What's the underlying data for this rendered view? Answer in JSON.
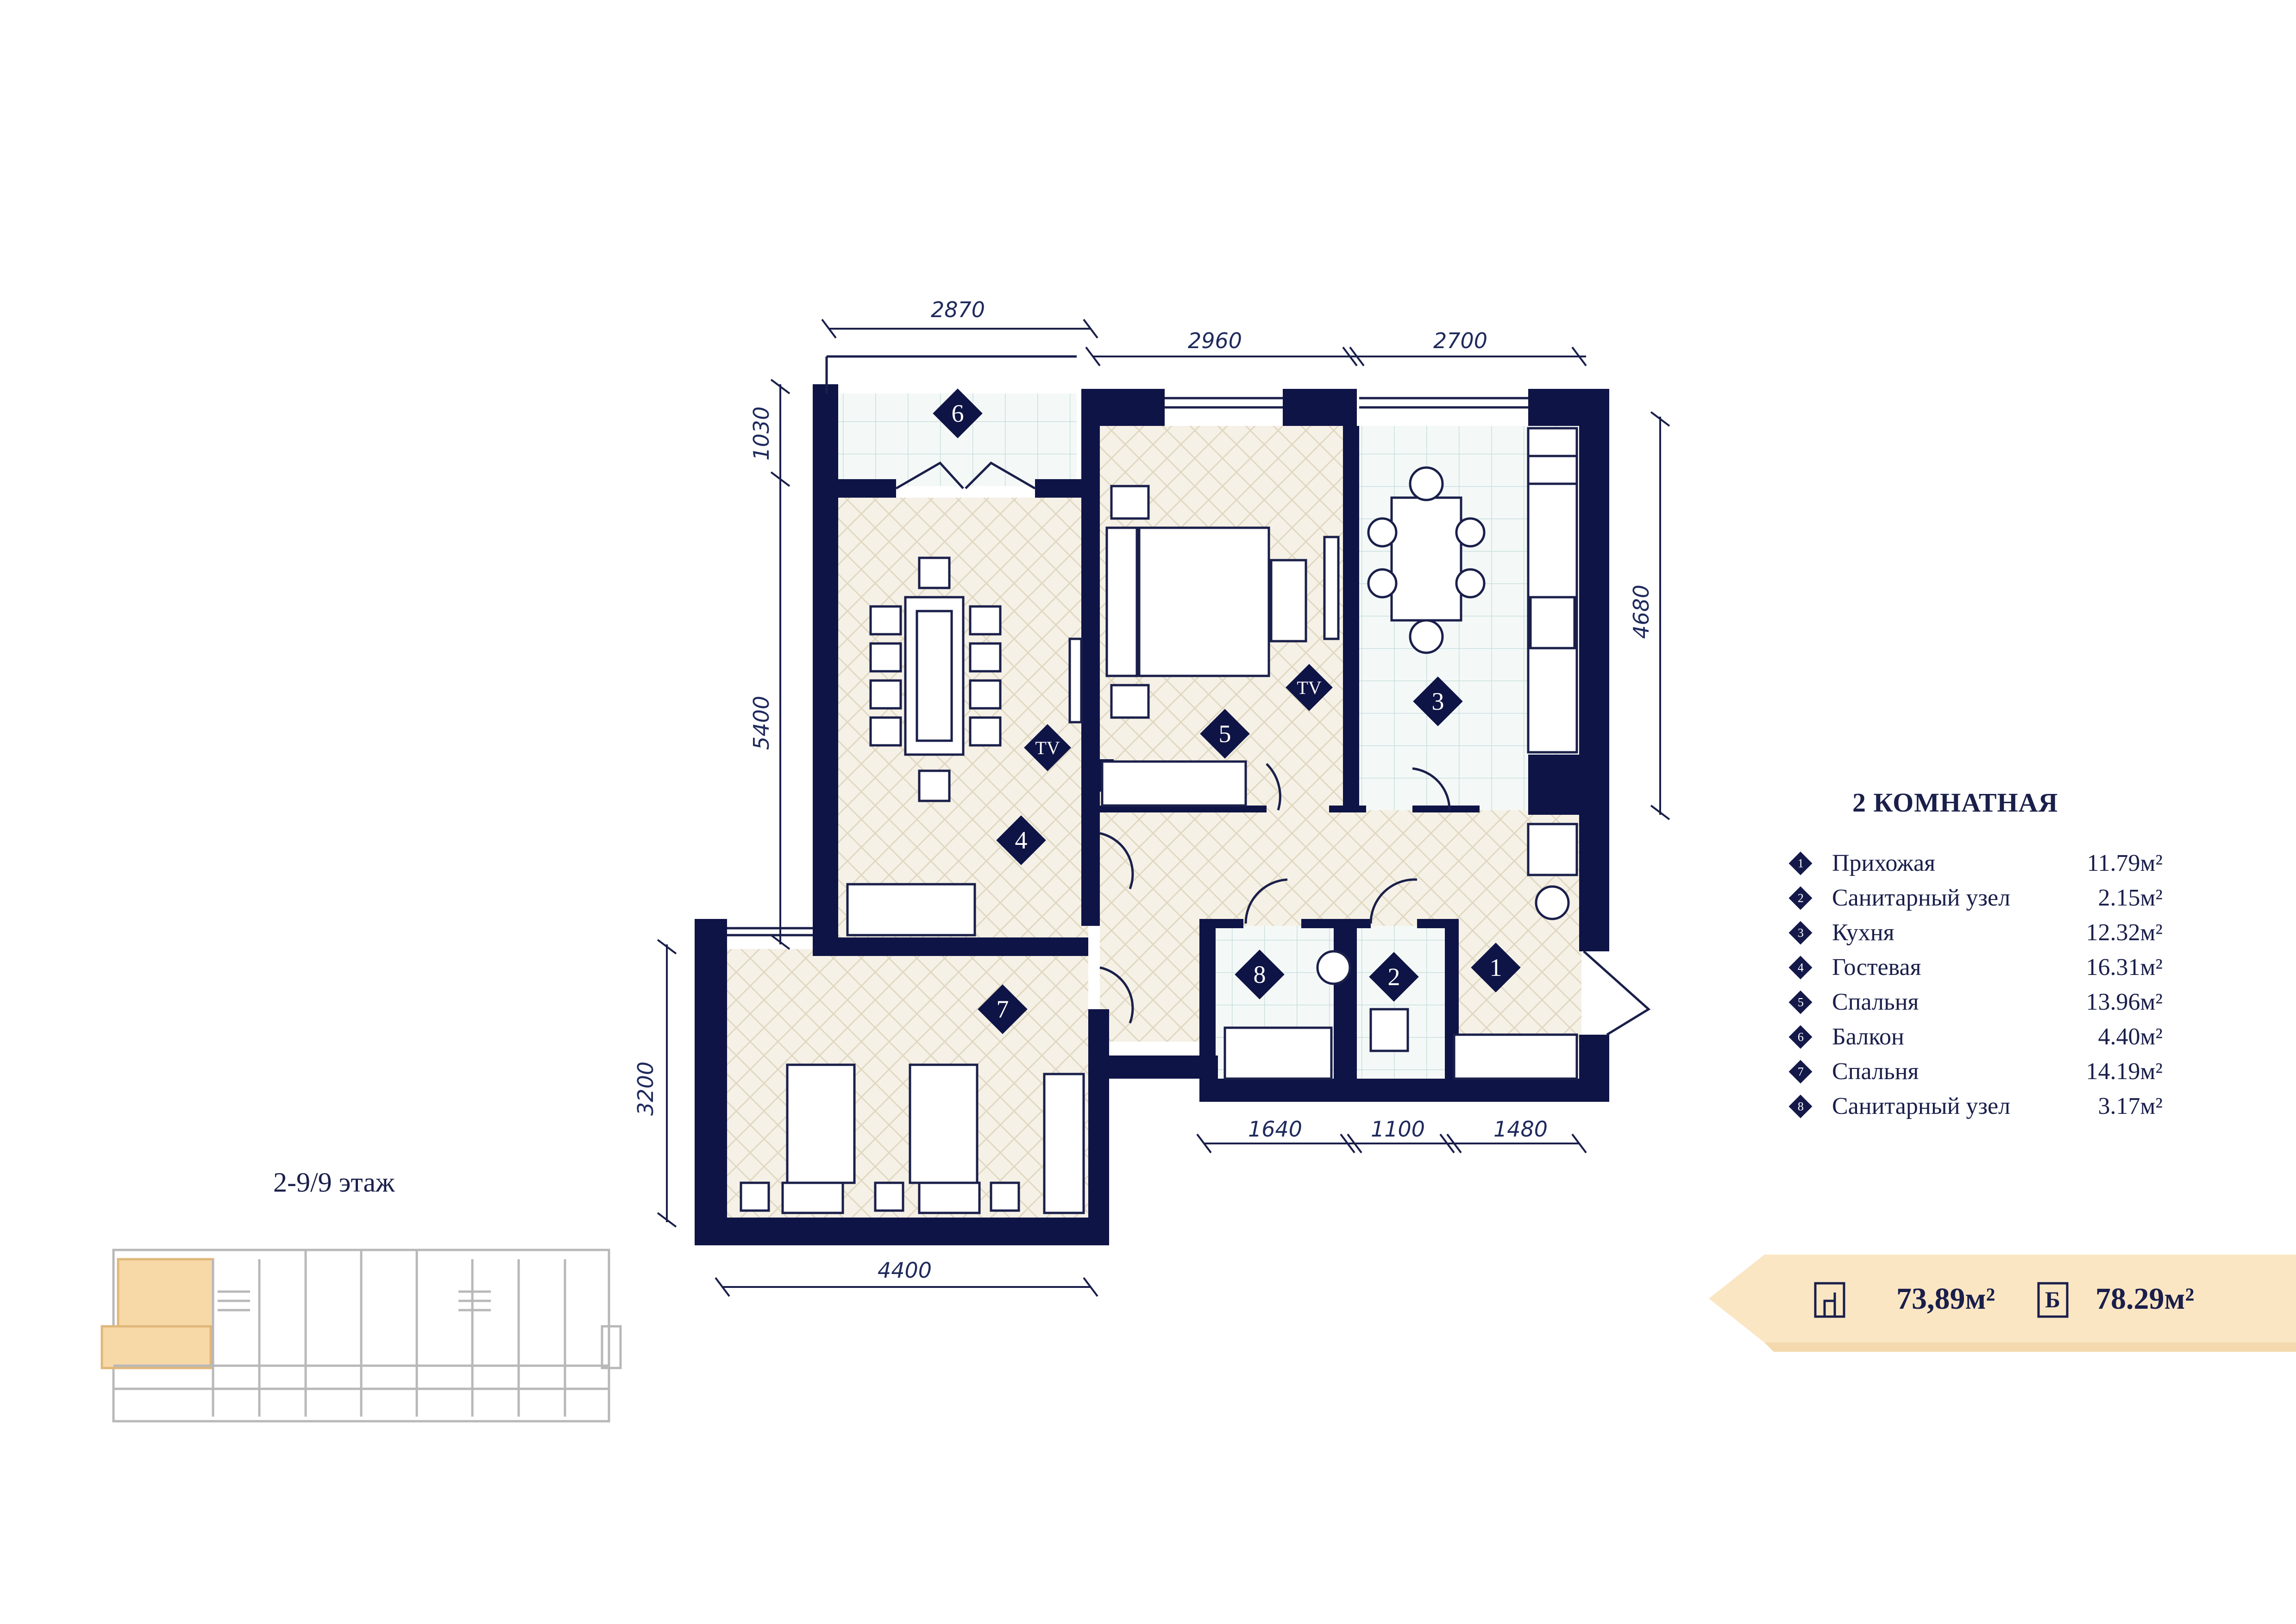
{
  "title": "2 КОМНАТНАЯ",
  "floor": "2-9/9 этаж",
  "rooms": [
    {
      "num": "1",
      "name": "Прихожая",
      "area": "11.79м²"
    },
    {
      "num": "2",
      "name": "Санитарный узел",
      "area": "2.15м²"
    },
    {
      "num": "3",
      "name": "Кухня",
      "area": "12.32м²"
    },
    {
      "num": "4",
      "name": "Гостевая",
      "area": "16.31м²"
    },
    {
      "num": "5",
      "name": "Спальня",
      "area": "13.96м²"
    },
    {
      "num": "6",
      "name": "Балкон",
      "area": "4.40м²"
    },
    {
      "num": "7",
      "name": "Спальня",
      "area": "14.19м²"
    },
    {
      "num": "8",
      "name": "Санитарный узел",
      "area": "3.17м²"
    }
  ],
  "dimensions": {
    "d2870": "2870",
    "d2960": "2960",
    "d2700": "2700",
    "d1030": "1030",
    "d5400": "5400",
    "d4680": "4680",
    "d3200": "3200",
    "d4400": "4400",
    "d1640": "1640",
    "d1100": "1100",
    "d1480": "1480"
  },
  "tv_label": "TV",
  "area_living": "73,89м²",
  "area_total_badge": "Б",
  "area_total": "78.29м²",
  "colors": {
    "wall": "#0f1446",
    "ink": "#1a1f4a",
    "parquet": "#f3efe4",
    "tile": "#eef5f3",
    "banner": "#fbe6c4",
    "highlight": "#f7d9a8"
  }
}
